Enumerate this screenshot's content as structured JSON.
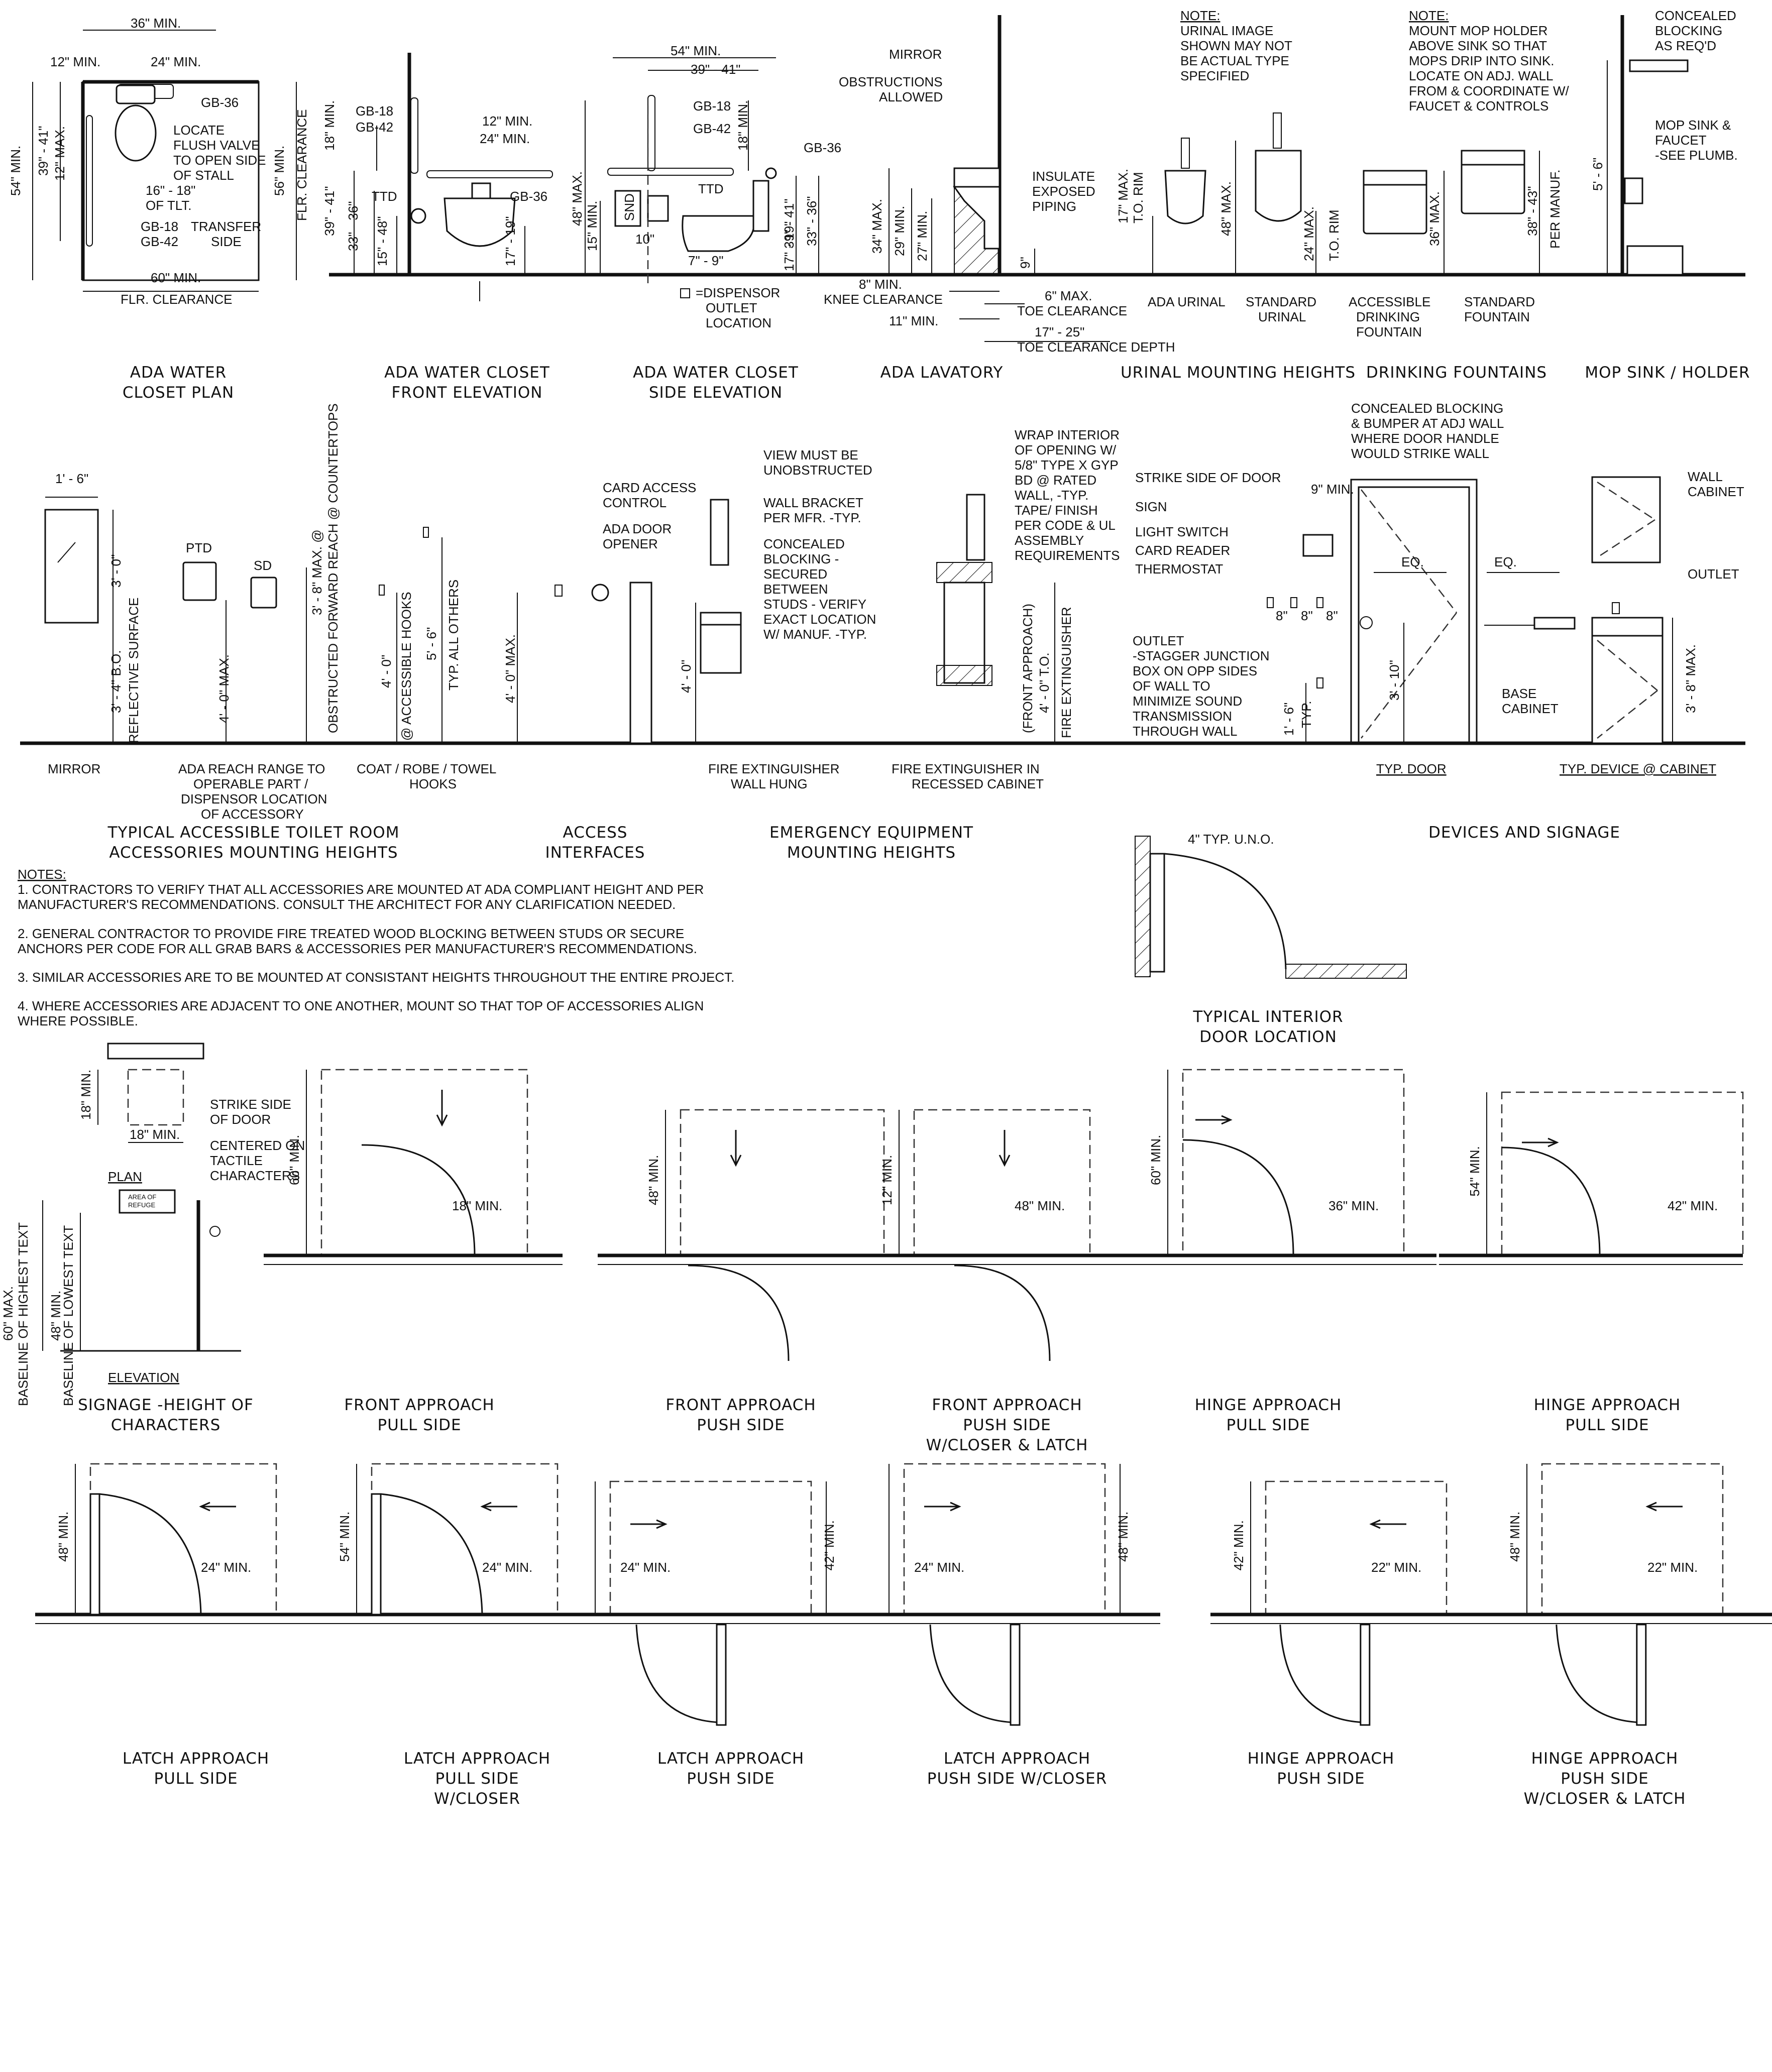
{
  "details": {
    "closet_plan": {
      "title": [
        "ADA WATER",
        "CLOSET PLAN"
      ],
      "labels": [
        "36\" MIN.",
        "12\" MIN.",
        "24\" MIN.",
        "GB-36",
        "LOCATE",
        "FLUSH VALVE",
        "TO OPEN SIDE",
        "OF STALL",
        "16\" - 18\"",
        "OF TLT.",
        "GB-18",
        "GB-42",
        "TRANSFER",
        "SIDE",
        "54\" MIN.",
        "39\" - 41\"",
        "12\" MAX.",
        "56\" MIN.",
        "FLR. CLEARANCE",
        "60\" MIN.",
        "FLR. CLEARANCE"
      ]
    },
    "closet_front": {
      "title": [
        "ADA WATER CLOSET",
        "FRONT ELEVATION"
      ],
      "labels": [
        "GB-18",
        "GB-42",
        "12\" MIN.",
        "24\" MIN.",
        "GB-36",
        "TTD",
        "18\" MIN.",
        "39\" - 41\"",
        "33\" - 36\"",
        "15\" - 48\"",
        "17\" - 19\""
      ]
    },
    "closet_side": {
      "title": [
        "ADA WATER CLOSET",
        "SIDE ELEVATION"
      ],
      "labels": [
        "54\" MIN.",
        "39\" - 41\"",
        "GB-18",
        "GB-42",
        "GB-36",
        "TTD",
        "SND",
        "48\" MAX.",
        "15\" MIN.",
        "18\" MIN.",
        "39\" - 41\"",
        "33\" - 36\"",
        "17\" - 19\"",
        "10\"",
        "7\" - 9\"",
        "=DISPENSOR",
        "OUTLET",
        "LOCATION"
      ]
    },
    "lavatory": {
      "title": [
        "ADA LAVATORY"
      ],
      "labels": [
        "MIRROR",
        "OBSTRUCTIONS",
        "ALLOWED",
        "INSULATE",
        "EXPOSED",
        "PIPING",
        "34\" MAX.",
        "29\" MIN.",
        "27\" MIN.",
        "9\"",
        "8\" MIN.",
        "KNEE CLEARANCE",
        "11\" MIN.",
        "6\" MAX.",
        "TOE CLEARANCE",
        "17\" - 25\"",
        "TOE CLEARANCE DEPTH"
      ]
    },
    "urinal": {
      "title": [
        "URINAL MOUNTING HEIGHTS"
      ],
      "note_head": "NOTE:",
      "note": [
        "URINAL IMAGE",
        "SHOWN MAY NOT",
        "BE ACTUAL TYPE",
        "SPECIFIED"
      ],
      "labels": [
        "17\" MAX.",
        "T.O. RIM",
        "48\" MAX.",
        "24\" MAX.",
        "T.O. RIM",
        "ADA URINAL",
        "STANDARD",
        "URINAL"
      ]
    },
    "fountain": {
      "title": [
        "DRINKING FOUNTAINS"
      ],
      "note_head": "NOTE:",
      "note": [
        "MOUNT MOP HOLDER",
        "ABOVE SINK SO THAT",
        "MOPS DRIP INTO SINK.",
        "LOCATE ON ADJ. WALL",
        "FROM & COORDINATE W/",
        "FAUCET & CONTROLS"
      ],
      "labels": [
        "36\" MAX.",
        "38\" - 43\"",
        "PER MANUF.",
        "ACCESSIBLE",
        "DRINKING",
        "FOUNTAIN",
        "STANDARD",
        "FOUNTAIN"
      ]
    },
    "mop": {
      "title": [
        "MOP SINK / HOLDER"
      ],
      "labels": [
        "CONCEALED",
        "BLOCKING",
        "AS REQ'D",
        "MOP SINK &",
        "FAUCET",
        "-SEE PLUMB.",
        "5' - 6\""
      ]
    }
  },
  "row2": {
    "toilet_room": {
      "title": [
        "TYPICAL ACCESSIBLE TOILET ROOM",
        "ACCESSORIES MOUNTING HEIGHTS"
      ],
      "labels": [
        "1' - 6\"",
        "3' - 0\"",
        "3' - 4\" B.O.",
        "REFLECTIVE SURFACE",
        "MIRROR",
        "PTD",
        "SD",
        "4' - 0\" MAX.",
        "3' - 8\" MAX. @",
        "OBSTRUCTED FORWARD REACH @ COUNTERTOPS",
        "ADA REACH RANGE TO",
        "OPERABLE PART /",
        "DISPENSOR LOCATION",
        "OF ACCESSORY",
        "4' - 0\"",
        "@ ACCESSIBLE HOOKS",
        "5' - 6\"",
        "TYP. ALL OTHERS",
        "COAT / ROBE / TOWEL",
        "HOOKS"
      ]
    },
    "access": {
      "title": [
        "ACCESS",
        "INTERFACES"
      ],
      "labels": [
        "CARD ACCESS",
        "CONTROL",
        "ADA DOOR",
        "OPENER",
        "4' - 0\" MAX."
      ]
    },
    "emergency": {
      "title": [
        "EMERGENCY EQUIPMENT",
        "MOUNTING HEIGHTS"
      ],
      "labels": [
        "VIEW MUST BE",
        "UNOBSTRUCTED",
        "WALL BRACKET",
        "PER MFR. -TYP.",
        "CONCEALED",
        "BLOCKING -",
        "SECURED",
        "BETWEEN",
        "STUDS  - VERIFY",
        "EXACT LOCATION",
        "W/ MANUF. -TYP.",
        "4' - 0\"",
        "FIRE EXTINGUISHER",
        "WALL HUNG",
        "WRAP INTERIOR",
        "OF OPENING W/",
        "5/8\" TYPE X GYP",
        "BD @ RATED",
        "WALL, -TYP.",
        "TAPE/ FINISH",
        "PER CODE & UL",
        "ASSEMBLY",
        "REQUIREMENTS",
        "4' - 0\" T.O.",
        "FIRE EXTINGUISHER",
        "(FRONT APPROACH)",
        "FIRE EXTINGUISHER IN",
        "RECESSED CABINET"
      ]
    },
    "devices": {
      "title": [
        "DEVICES AND SIGNAGE"
      ],
      "labels": [
        "CONCEALED BLOCKING",
        "& BUMPER AT ADJ WALL",
        "WHERE DOOR HANDLE",
        "WOULD STRIKE WALL",
        "STRIKE SIDE OF DOOR",
        "9\" MIN.",
        "SIGN",
        "LIGHT SWITCH",
        "CARD READER",
        "THERMOSTAT",
        "8\"",
        "8\"",
        "8\"",
        "EQ.",
        "EQ.",
        "OUTLET",
        "-STAGGER JUNCTION",
        "BOX ON OPP SIDES",
        "OF WALL TO",
        "MINIMIZE SOUND",
        "TRANSMISSION",
        "THROUGH WALL",
        "3' - 10\"",
        "1' - 6\"",
        "TYP.",
        "TYP. DOOR",
        "WALL",
        "CABINET",
        "OUTLET",
        "BASE",
        "CABINET",
        "3' - 8\" MAX.",
        "TYP. DEVICE @ CABINET"
      ]
    }
  },
  "notes": {
    "head": "NOTES:",
    "lines": [
      "1. CONTRACTORS TO VERIFY THAT ALL ACCESSORIES ARE MOUNTED AT ADA COMPLIANT HEIGHT AND PER",
      "MANUFACTURER'S RECOMMENDATIONS. CONSULT THE ARCHITECT FOR ANY CLARIFICATION NEEDED.",
      "2. GENERAL CONTRACTOR TO PROVIDE FIRE TREATED WOOD BLOCKING BETWEEN STUDS  OR SECURE",
      "ANCHORS PER CODE FOR ALL GRAB BARS & ACCESSORIES PER MANUFACTURER'S RECOMMENDATIONS.",
      "3. SIMILAR ACCESSORIES ARE TO BE MOUNTED AT CONSISTANT HEIGHTS THROUGHOUT THE ENTIRE PROJECT.",
      "4. WHERE ACCESSORIES ARE ADJACENT TO ONE ANOTHER, MOUNT SO THAT TOP OF ACCESSORIES ALIGN",
      "WHERE POSSIBLE."
    ]
  },
  "interior_door": {
    "title": [
      "TYPICAL INTERIOR",
      "DOOR LOCATION"
    ],
    "label": "4\" TYP. U.N.O."
  },
  "signage": {
    "title": [
      "SIGNAGE -HEIGHT OF",
      "CHARACTERS"
    ],
    "labels": [
      "18\" MIN.",
      "STRIKE SIDE",
      "OF DOOR",
      "18\" MIN.",
      "CENTERED ON",
      "TACTILE",
      "CHARACTERS",
      "PLAN",
      "AREA OF",
      "REFUGE",
      "60\" MAX.",
      "BASELINE OF HIGHEST TEXT",
      "48\" MIN.",
      "BASELINE OF LOWEST TEXT",
      "ELEVATION"
    ]
  },
  "approaches_row1": [
    {
      "title": [
        "FRONT APPROACH",
        "PULL SIDE"
      ],
      "dims": [
        "60\" MIN.",
        "18\" MIN."
      ]
    },
    {
      "title": [
        "FRONT APPROACH",
        "PUSH SIDE"
      ],
      "dims": [
        "48\" MIN."
      ]
    },
    {
      "title": [
        "FRONT APPROACH",
        "PUSH SIDE",
        "W/CLOSER & LATCH"
      ],
      "dims": [
        "12\" MIN.",
        "48\" MIN."
      ]
    },
    {
      "title": [
        "HINGE APPROACH",
        "PULL SIDE"
      ],
      "dims": [
        "60\" MIN.",
        "36\" MIN."
      ]
    },
    {
      "title": [
        "HINGE APPROACH",
        "PULL SIDE"
      ],
      "dims": [
        "54\" MIN.",
        "42\" MIN."
      ]
    }
  ],
  "approaches_row2": [
    {
      "title": [
        "LATCH APPROACH",
        "PULL SIDE"
      ],
      "dims": [
        "48\" MIN.",
        "24\" MIN."
      ]
    },
    {
      "title": [
        "LATCH APPROACH",
        "PULL SIDE",
        "W/CLOSER"
      ],
      "dims": [
        "54\" MIN.",
        "24\" MIN."
      ]
    },
    {
      "title": [
        "LATCH APPROACH",
        "PUSH SIDE"
      ],
      "dims": [
        "24\" MIN.",
        "42\" MIN."
      ]
    },
    {
      "title": [
        "LATCH APPROACH",
        "PUSH SIDE W/CLOSER"
      ],
      "dims": [
        "24\" MIN.",
        "48\" MIN."
      ]
    },
    {
      "title": [
        "HINGE APPROACH",
        "PUSH SIDE"
      ],
      "dims": [
        "42\" MIN.",
        "22\" MIN."
      ]
    },
    {
      "title": [
        "HINGE APPROACH",
        "PUSH SIDE",
        "W/CLOSER & LATCH"
      ],
      "dims": [
        "48\" MIN.",
        "22\" MIN."
      ]
    }
  ]
}
